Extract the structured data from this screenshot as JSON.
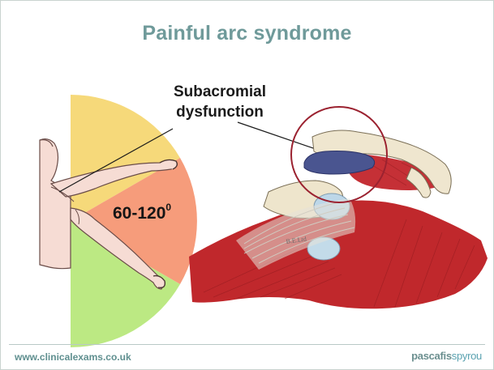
{
  "slide": {
    "title": "Painful arc syndrome",
    "annotation_label_line1": "Subacromial",
    "annotation_label_line2": "dysfunction",
    "range_label": "60-120",
    "range_superscript": "0",
    "image_watermark": "B.E.Ltd",
    "footer_url": "www.clinicalexams.co.uk",
    "footer_brand_part1": "pascafis",
    "footer_brand_part2": "spyrou"
  },
  "colors": {
    "title": "#6f9a9a",
    "arc_top": "#f6d97a",
    "arc_middle": "#f59a78",
    "arc_bottom": "#b9e882",
    "muscle_red": "#c0282c",
    "circle_outline": "#9b2230",
    "bursa_blue": "#4a5590"
  },
  "icons": [
    "arm-abduction-figure",
    "shoulder-anatomy-illustration"
  ]
}
